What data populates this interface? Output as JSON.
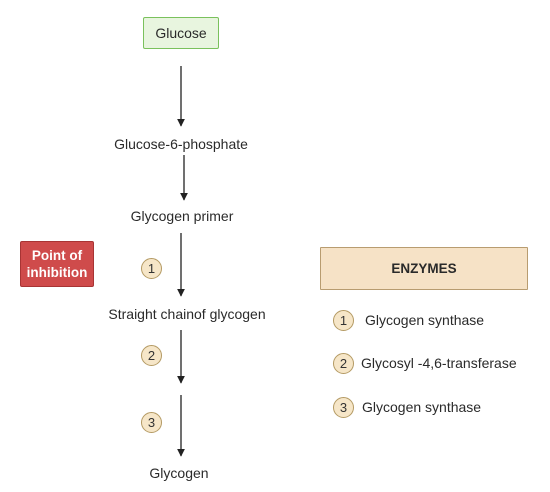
{
  "pathway": {
    "start": "Glucose",
    "steps": [
      "Glucose-6-phosphate",
      "Glycogen primer",
      "Straight chainof glycogen",
      "Glycogen"
    ],
    "step_numbers": [
      "1",
      "2",
      "3"
    ]
  },
  "inhibition_label": "Point of inhibition",
  "enzymes": {
    "title": "ENZYMES",
    "items": [
      {
        "number": "1",
        "name": "Glycogen synthase"
      },
      {
        "number": "2",
        "name": "Glycosyl -4,6-transferase"
      },
      {
        "number": "3",
        "name": "Glycogen synthase"
      }
    ]
  },
  "colors": {
    "start_fill": "#e8f5df",
    "start_border": "#7ac15c",
    "inhibit_fill": "#cf4b4b",
    "enzyme_fill": "#f6e2c6",
    "circle_fill": "#f6e6c8",
    "arrow": "#222222"
  }
}
